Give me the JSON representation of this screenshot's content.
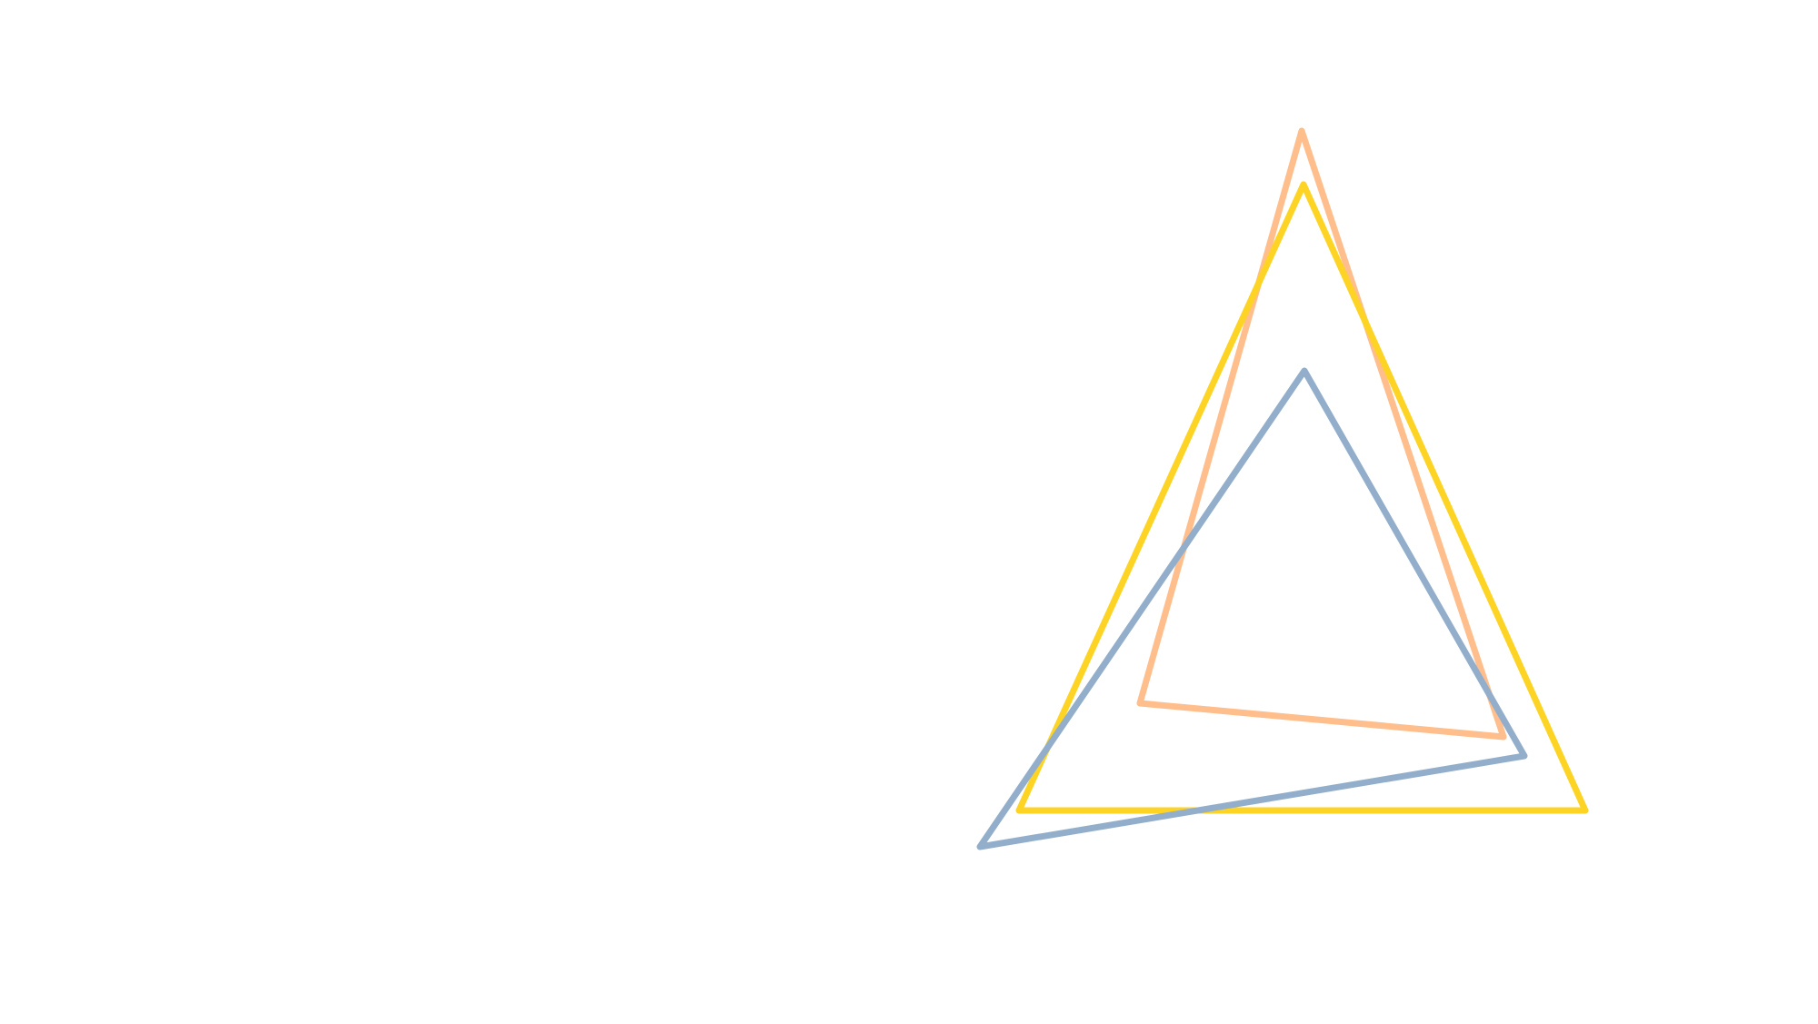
{
  "triangles": [
    {
      "name": "orange-triangle",
      "color": "#FFBE8C"
    },
    {
      "name": "yellow-triangle",
      "color": "#FDD324"
    },
    {
      "name": "blue-triangle",
      "color": "#93AECB"
    }
  ]
}
